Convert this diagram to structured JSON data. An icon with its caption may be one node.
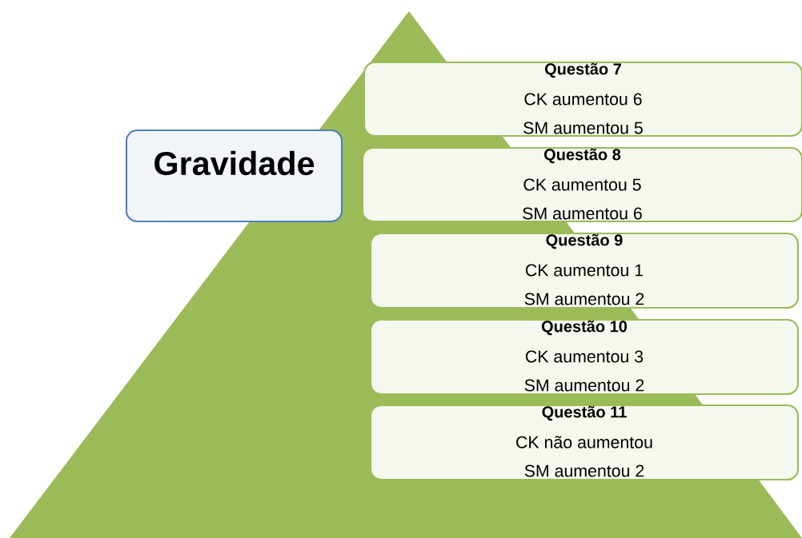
{
  "diagram": {
    "nodes": [
      {
        "text": [
          "Gravidade"
        ]
      },
      {
        "text": [
          "Questão 7",
          "CK aumentou 6",
          "SM aumentou 5"
        ]
      },
      {
        "text": [
          "Questão 8",
          "CK aumentou 5",
          "SM aumentou 6"
        ]
      },
      {
        "text": [
          "Questão 9",
          "CK aumentou 1",
          "SM aumentou 2"
        ]
      },
      {
        "text": [
          "Questão 10",
          "CK aumentou 3",
          "SM aumentou 2"
        ]
      },
      {
        "text": [
          "Questão 11",
          "CK não aumentou",
          "SM aumentou 2"
        ]
      }
    ]
  }
}
